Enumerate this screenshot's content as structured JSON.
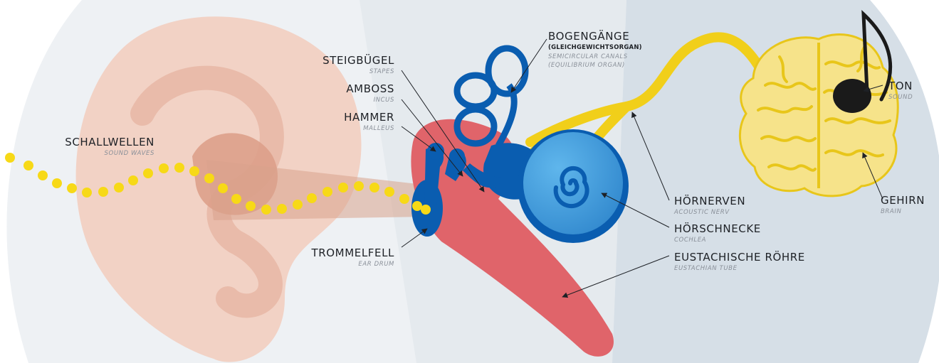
{
  "colors": {
    "panel_light": "#eef1f4",
    "panel_mid": "#e3e8ed",
    "panel_dark": "#d5dee6",
    "ear": "#f2d3c6",
    "ear_canal": "#dba08a",
    "tube": "#e0646a",
    "ossicles": "#0a5db0",
    "cochlea": "#4aa3e0",
    "nerve": "#f1cf1a",
    "brain": "#f6e38a",
    "brain_lines": "#e8c61a",
    "sound_dots": "#f7d917",
    "note": "#1a1a1a"
  },
  "icons": {
    "music_note": "music-note-icon",
    "brain": "brain-icon",
    "ear": "outer-ear-icon"
  },
  "labels": {
    "schallwellen": {
      "de": "SCHALLWELLEN",
      "en": "SOUND WAVES"
    },
    "steigbuegel": {
      "de": "STEIGBÜGEL",
      "en": "STAPES"
    },
    "amboss": {
      "de": "AMBOSS",
      "en": "INCUS"
    },
    "hammer": {
      "de": "HAMMER",
      "en": "MALLEUS"
    },
    "trommelfell": {
      "de": "TROMMELFELL",
      "en": "EAR DRUM"
    },
    "bogengaenge": {
      "de": "BOGENGÄNGE",
      "sub": "(GLEICHGEWICHTSORGAN)",
      "en1": "SEMICIRCULAR CANALS",
      "en2": "(EQUILIBRIUM ORGAN)"
    },
    "hoernerven": {
      "de": "HÖRNERVEN",
      "en": "ACOUSTIC NERV"
    },
    "hoerschnecke": {
      "de": "HÖRSCHNECKE",
      "en": "COCHLEA"
    },
    "eustachische": {
      "de": "EUSTACHISCHE RÖHRE",
      "en": "EUSTACHIAN TUBE"
    },
    "ton": {
      "de": "TON",
      "en": "SOUND"
    },
    "gehirn": {
      "de": "GEHIRN",
      "en": "BRAIN"
    }
  }
}
